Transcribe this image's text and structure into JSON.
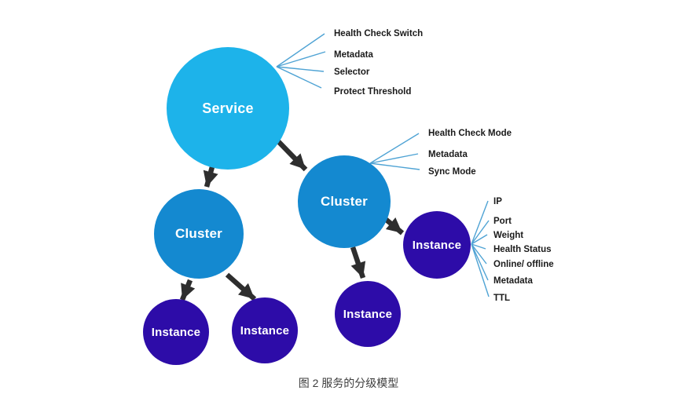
{
  "figure": {
    "caption": "图 2 服务的分级模型"
  },
  "nodes": {
    "service": {
      "label": "Service"
    },
    "cluster_left": {
      "label": "Cluster"
    },
    "cluster_right": {
      "label": "Cluster"
    },
    "instance_left_1": {
      "label": "Instance"
    },
    "instance_left_2": {
      "label": "Instance"
    },
    "instance_mid": {
      "label": "Instance"
    },
    "instance_right": {
      "label": "Instance"
    }
  },
  "annotations": {
    "service": {
      "items": [
        "Health Check Switch",
        "Metadata",
        "Selector",
        "Protect Threshold"
      ]
    },
    "cluster": {
      "items": [
        "Health Check Mode",
        "Metadata",
        "Sync Mode"
      ]
    },
    "instance": {
      "items": [
        "IP",
        "Port",
        "Weight",
        "Health Status",
        "Online/ offline",
        "Metadata",
        "TTL"
      ]
    }
  },
  "colors": {
    "service_fill": "#1db3ea",
    "cluster_fill": "#1489d0",
    "instance_fill": "#2d0ca8",
    "annotation_line": "#4fa3d4",
    "arrow": "#2e2e2e",
    "node_text": "#ffffff",
    "attr_text": "#1a1a1a",
    "caption_text": "#3d3d3d"
  }
}
